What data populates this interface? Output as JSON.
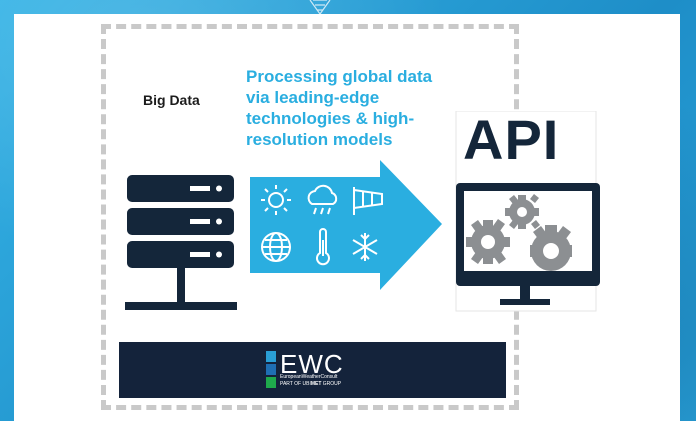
{
  "diagram": {
    "source_label": "Big Data",
    "headline_lines": [
      "Processing global data",
      "via leading-edge",
      "technologies & high-",
      "resolution models"
    ],
    "target_label": "API",
    "arrow_icons": [
      "sun-icon",
      "rain-cloud-icon",
      "windsock-icon",
      "globe-icon",
      "thermometer-icon",
      "snowflake-icon"
    ],
    "colors": {
      "accent": "#2aaee0",
      "dark": "#14263a",
      "gear": "#8c8f92",
      "footer": "#14233b"
    }
  },
  "footer": {
    "logo_text": "EWC",
    "logo_subtitle": "EuropeanWeatherConsult",
    "logo_tagline_prefix": "PART OF UBI",
    "logo_tagline_brand": "MET",
    "logo_tagline_suffix": " GROUP",
    "logo_bar_colors": [
      "#2a9fd6",
      "#1f6fb3",
      "#1faa4c"
    ]
  }
}
